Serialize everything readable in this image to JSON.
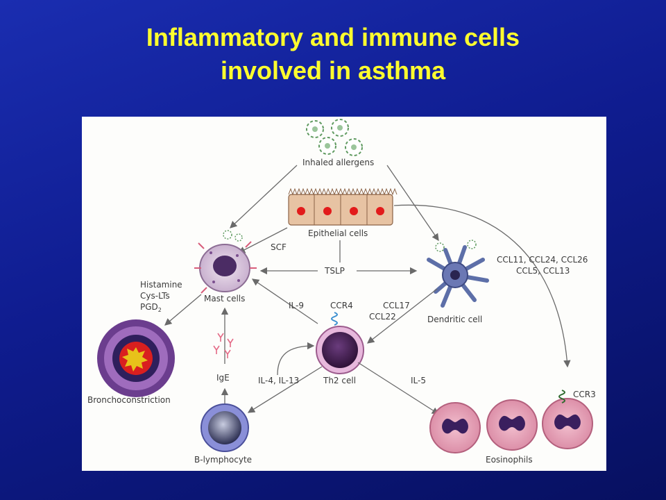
{
  "slide": {
    "title_line1": "Inflammatory and immune cells",
    "title_line2": "involved in asthma"
  },
  "diagram": {
    "inhaled_allergens": "Inhaled allergens",
    "epithelial_cells": "Epithelial cells",
    "scf": "SCF",
    "tslp": "TSLP",
    "mast_cells": "Mast cells",
    "mediators": [
      "Histamine",
      "Cys-LTs",
      "PGD"
    ],
    "mediator_subscript": "2",
    "bronchoconstriction": "Bronchoconstriction",
    "dendritic_cell": "Dendritic cell",
    "chemokines_top": "CCL11, CCL24, CCL26",
    "chemokines_bottom": "CCL5, CCL13",
    "il9": "IL-9",
    "ccr4": "CCR4",
    "ccl17": "CCL17",
    "ccl22": "CCL22",
    "th2_cell": "Th2 cell",
    "ige": "IgE",
    "il4_il13": "IL-4, IL-13",
    "il5": "IL-5",
    "b_lymphocyte": "B-lymphocyte",
    "eosinophils": "Eosinophils",
    "ccr3": "CCR3"
  },
  "colors": {
    "title": "#ffff2e",
    "background": "#1227a0"
  }
}
